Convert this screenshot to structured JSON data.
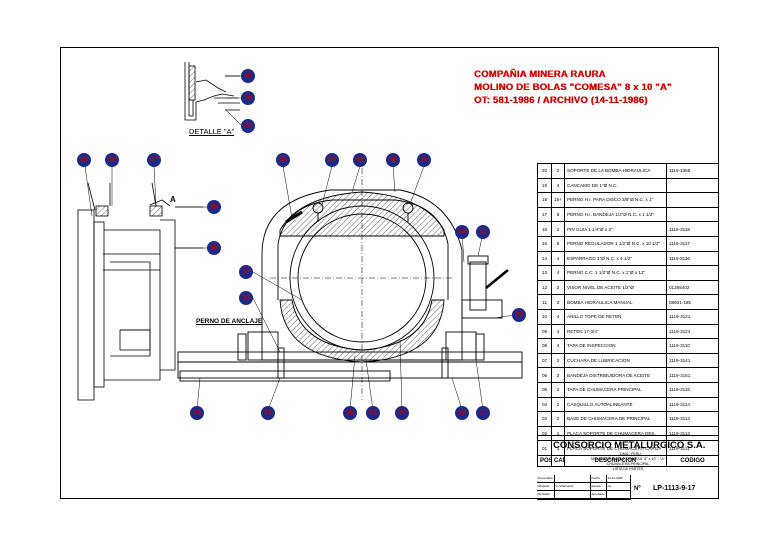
{
  "header": {
    "company": "COMPAÑIA MINERA RAURA",
    "machine": "MOLINO DE BOLAS \"COMESA\" 8 x 10 \"A\"",
    "order": "OT: 581-1986 / ARCHIVO (14-11-1986)"
  },
  "labels": {
    "detail": "DETALLE \"A\"",
    "detail_letter": "A",
    "anchor_bolt": "PERNO DE ANCLAJE"
  },
  "bubbles": {
    "b18_top": "18",
    "b19_top": "19",
    "b09_top": "09",
    "b10": "10",
    "b09": "09",
    "b07_left": "07",
    "b18_side": "18",
    "b16_side": "16",
    "b08": "08",
    "b07": "07",
    "b06": "06",
    "b05": "05",
    "b19": "19",
    "b17": "17",
    "b13": "13",
    "b14": "14",
    "b11": "11",
    "b20": "20",
    "b02": "02",
    "b01": "01",
    "b16": "16",
    "b03": "03",
    "b04": "04",
    "b12": "12",
    "b15": "15"
  },
  "bom": {
    "header": {
      "pos": "POS",
      "cant": "CANT",
      "desc": "DESCRIPCION",
      "code": "CODIGO"
    },
    "rows": [
      {
        "pos": "20",
        "cant": "2",
        "desc": "SOPORTE DE LA BOMBA HIDRAULICA",
        "code": "1115-1385"
      },
      {
        "pos": "19",
        "cant": "4",
        "desc": "CANCAMO DE 1\"Ø N.C.",
        "code": ""
      },
      {
        "pos": "18",
        "cant": "16+",
        "desc": "PERNO H.I. PARA DISCO 3/8\"Ø N.C. x 1\"",
        "code": ""
      },
      {
        "pos": "17",
        "cant": "8",
        "desc": "PERNO H.I. BANDEJA 1/2\"Ø N.C. x 1 1/2\"",
        "code": ""
      },
      {
        "pos": "16",
        "cant": "2",
        "desc": "PIN GUIA 1 1/4\"Ø x 3\"",
        "code": "1115-3118"
      },
      {
        "pos": "15",
        "cant": "8",
        "desc": "PERNO REGULADOR 1 1/2\"Ø N.C. x 10 1/2\"",
        "code": "1115-3117"
      },
      {
        "pos": "14",
        "cant": "4",
        "desc": "ESPARRAGO 1\"Ø N.C. x 4 1/2\"",
        "code": "1115-3116"
      },
      {
        "pos": "13",
        "cant": "4",
        "desc": "PERNO C.C. 1 1/2\"Ø N.C. x 1\"Ø x 12\"",
        "code": ""
      },
      {
        "pos": "12",
        "cant": "2",
        "desc": "VISOR NIVEL DE ACEITE 1/2\"Ø",
        "code": "01265402"
      },
      {
        "pos": "11",
        "cant": "2",
        "desc": "BOMBA HIDRAULICA MANUAL",
        "code": "08601-185"
      },
      {
        "pos": "10",
        "cant": "4",
        "desc": "ANILLO TOPE DE RETEN",
        "code": "1119-3121"
      },
      {
        "pos": "09",
        "cant": "4",
        "desc": "RETEN 17-3/4\"",
        "code": "1119-3124"
      },
      {
        "pos": "08",
        "cant": "4",
        "desc": "TAPA DE INSPECCION",
        "code": "1119-3110"
      },
      {
        "pos": "07",
        "cant": "2",
        "desc": "CUCHARA DE LUBRICACION",
        "code": "1119-3141"
      },
      {
        "pos": "06",
        "cant": "2",
        "desc": "BANDEJA DISTRIBUIDORA DE ACEITE",
        "code": "1119-3151"
      },
      {
        "pos": "05",
        "cant": "2",
        "desc": "TAPA DE CHUMACERA PRINCIPAL",
        "code": "1119-3115"
      },
      {
        "pos": "04",
        "cant": "2",
        "desc": "CASQUILLO AUTOALINEANTE",
        "code": "1119-3114"
      },
      {
        "pos": "03",
        "cant": "2",
        "desc": "BASE DE CHUMACERA DE PRINCIPAL",
        "code": "1119-3113"
      },
      {
        "pos": "02",
        "cant": "1",
        "desc": "PLACA SOPORTE DE CHUMACERA DES.",
        "code": "1119-3113"
      },
      {
        "pos": "01",
        "cant": "1",
        "desc": "PLACA SOPORTE DE CHUMACERA CARGA",
        "code": "1119-3111"
      }
    ]
  },
  "title_block": {
    "company": "CONSORCIO METALURGICO S.A.",
    "city": "LIMA - PERU",
    "line1": "MOLINO DE BOLAS \"COMESA\"  8\" x 10\" - \"A\"",
    "line2": "CHUMACERA PRINCIPAL",
    "line3": "LISTA DE PARTES",
    "proyectado_lbl": "Proyectado",
    "proyectado_val": "",
    "dibujado_lbl": "Dibujado",
    "dibujado_val": "G. Villanueva",
    "revisado_lbl": "Revisado",
    "revisado_val": "",
    "fecha_lbl": "Fecha",
    "fecha_val": "14-11-1986",
    "escala_lbl": "Escala",
    "escala_val": "s/e",
    "aprobado_lbl": "Aprobado",
    "aprobado_val": "",
    "no_lbl": "Nº",
    "code": "LP-1113-9-17"
  },
  "colors": {
    "title": "#d40000",
    "bubble_fill": "#1a2a8a",
    "bubble_text": "#c00000",
    "line": "#000000"
  }
}
